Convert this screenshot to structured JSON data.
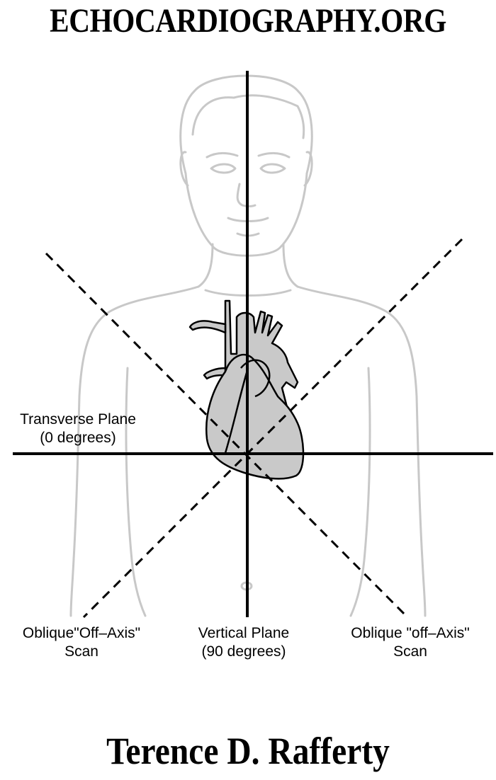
{
  "header": {
    "site_title": "ECHOCARDIOGRAPHY.ORG"
  },
  "diagram": {
    "transverse": {
      "line1": "Transverse Plane",
      "line2": "(0 degrees)"
    },
    "vertical": {
      "line1": "Vertical Plane",
      "line2": "(90 degrees)"
    },
    "oblique_left": {
      "line1": "Oblique\"Off–Axis\"",
      "line2": "Scan"
    },
    "oblique_right": {
      "line1": "Oblique \"off–Axis\"",
      "line2": "Scan"
    },
    "colors": {
      "body_outline": "#c8c8c8",
      "heart_fill": "#c9c9c9",
      "lines": "#000000"
    }
  },
  "footer": {
    "author": "Terence D. Rafferty"
  }
}
